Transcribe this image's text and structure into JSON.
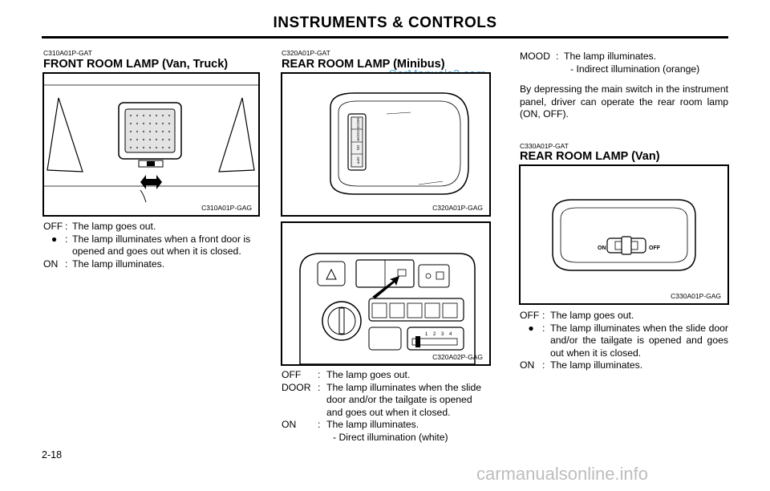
{
  "header": {
    "title": "INSTRUMENTS & CONTROLS"
  },
  "watermark": "CarManuals2.com",
  "footer": {
    "page_number": "2-18",
    "site": "carmanualsonline.info"
  },
  "front": {
    "code": "C310A01P-GAT",
    "title": "FRONT ROOM LAMP (Van, Truck)",
    "figure_caption": "C310A01P-GAG",
    "items": [
      {
        "key": "OFF",
        "sep": ":",
        "text": "The lamp goes out."
      },
      {
        "key": "●",
        "sep": ":",
        "text": "The lamp illuminates when a front door is opened and goes out when it is closed."
      },
      {
        "key": "ON",
        "sep": ":",
        "text": "The lamp illuminates."
      }
    ]
  },
  "rear_minibus": {
    "code": "C320A01P-GAT",
    "title": "REAR ROOM LAMP (Minibus)",
    "figure1_caption": "C320A01P-GAG",
    "figure2_caption": "C320A02P-GAG",
    "switch_labels": {
      "off": "OFF",
      "door": "DOOR",
      "on": "ON",
      "mood": "MOOD"
    },
    "panel_numbers": [
      "1",
      "2",
      "3",
      "4"
    ],
    "items": [
      {
        "key": "OFF",
        "sep": ":",
        "text": "The lamp goes out."
      },
      {
        "key": "DOOR",
        "sep": ":",
        "text": "The lamp illuminates when the slide door and/or the tailgate is opened and goes out when it closed."
      },
      {
        "key": "ON",
        "sep": ":",
        "text": "The lamp illuminates.",
        "sub": "- Direct illumination (white)"
      }
    ]
  },
  "mood": {
    "key": "MOOD",
    "sep": ":",
    "text": "The lamp illuminates.",
    "sub": "- Indirect illumination (orange)",
    "paragraph": "By depressing the main switch in the instrument panel, driver can operate the rear room lamp (ON, OFF)."
  },
  "rear_van": {
    "code": "C330A01P-GAT",
    "title": "REAR ROOM LAMP (Van)",
    "figure_caption": "C330A01P-GAG",
    "switch_labels": {
      "on": "ON",
      "off": "OFF"
    },
    "items": [
      {
        "key": "OFF",
        "sep": ":",
        "text": "The lamp goes out."
      },
      {
        "key": "●",
        "sep": ":",
        "text": "The lamp illuminates when the slide door and/or the tailgate is opened and goes out when it is closed."
      },
      {
        "key": "ON",
        "sep": ":",
        "text": "The lamp illuminates."
      }
    ]
  }
}
